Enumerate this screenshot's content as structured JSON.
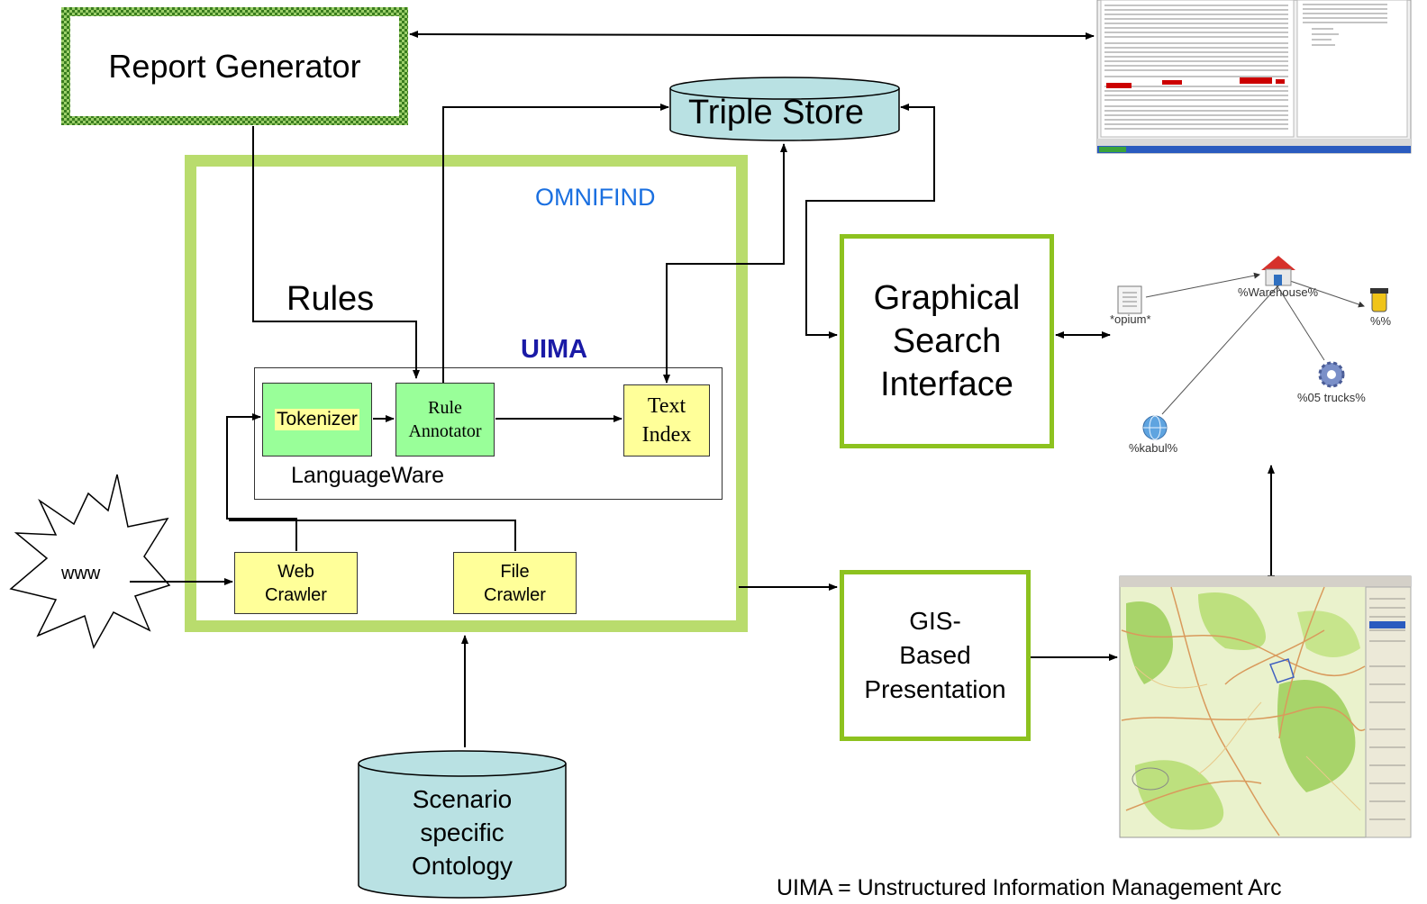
{
  "report_generator": {
    "label": "Report Generator"
  },
  "triple_store": {
    "label": "Triple Store"
  },
  "omnifind": {
    "label": "OMNIFIND"
  },
  "rules": {
    "label": "Rules"
  },
  "uima": {
    "label": "UIMA"
  },
  "tokenizer": {
    "label": "Tokenizer"
  },
  "rule_annotator": {
    "line1": "Rule",
    "line2": "Annotator"
  },
  "text_index": {
    "line1": "Text",
    "line2": "Index"
  },
  "languageware": {
    "label": "LanguageWare"
  },
  "www": {
    "label": "www"
  },
  "web_crawler": {
    "line1": "Web",
    "line2": "Crawler"
  },
  "file_crawler": {
    "line1": "File",
    "line2": "Crawler"
  },
  "ontology": {
    "line1": "Scenario",
    "line2": "specific",
    "line3": "Ontology"
  },
  "graphical_search": {
    "line1": "Graphical",
    "line2": "Search",
    "line3": "Interface"
  },
  "gis": {
    "line1": "GIS-",
    "line2": "Based",
    "line3": "Presentation"
  },
  "graph": {
    "nodes": {
      "opium": "*opium*",
      "warehouse": "%Warehouse%",
      "percent": "%%",
      "trucks": "%05 trucks%",
      "kabul": "%kabul%"
    }
  },
  "footnote": "UIMA = Unstructured Information Management Arc",
  "colors": {
    "green_border": "#8dc21f",
    "omnifind_border": "#b9dc6d",
    "cylinder_fill": "#b9e1e3",
    "yellow_box": "#ffff99",
    "green_box": "#99ff99",
    "omnifind_text": "#1a6fe0",
    "uima_text": "#1a1aa6"
  }
}
